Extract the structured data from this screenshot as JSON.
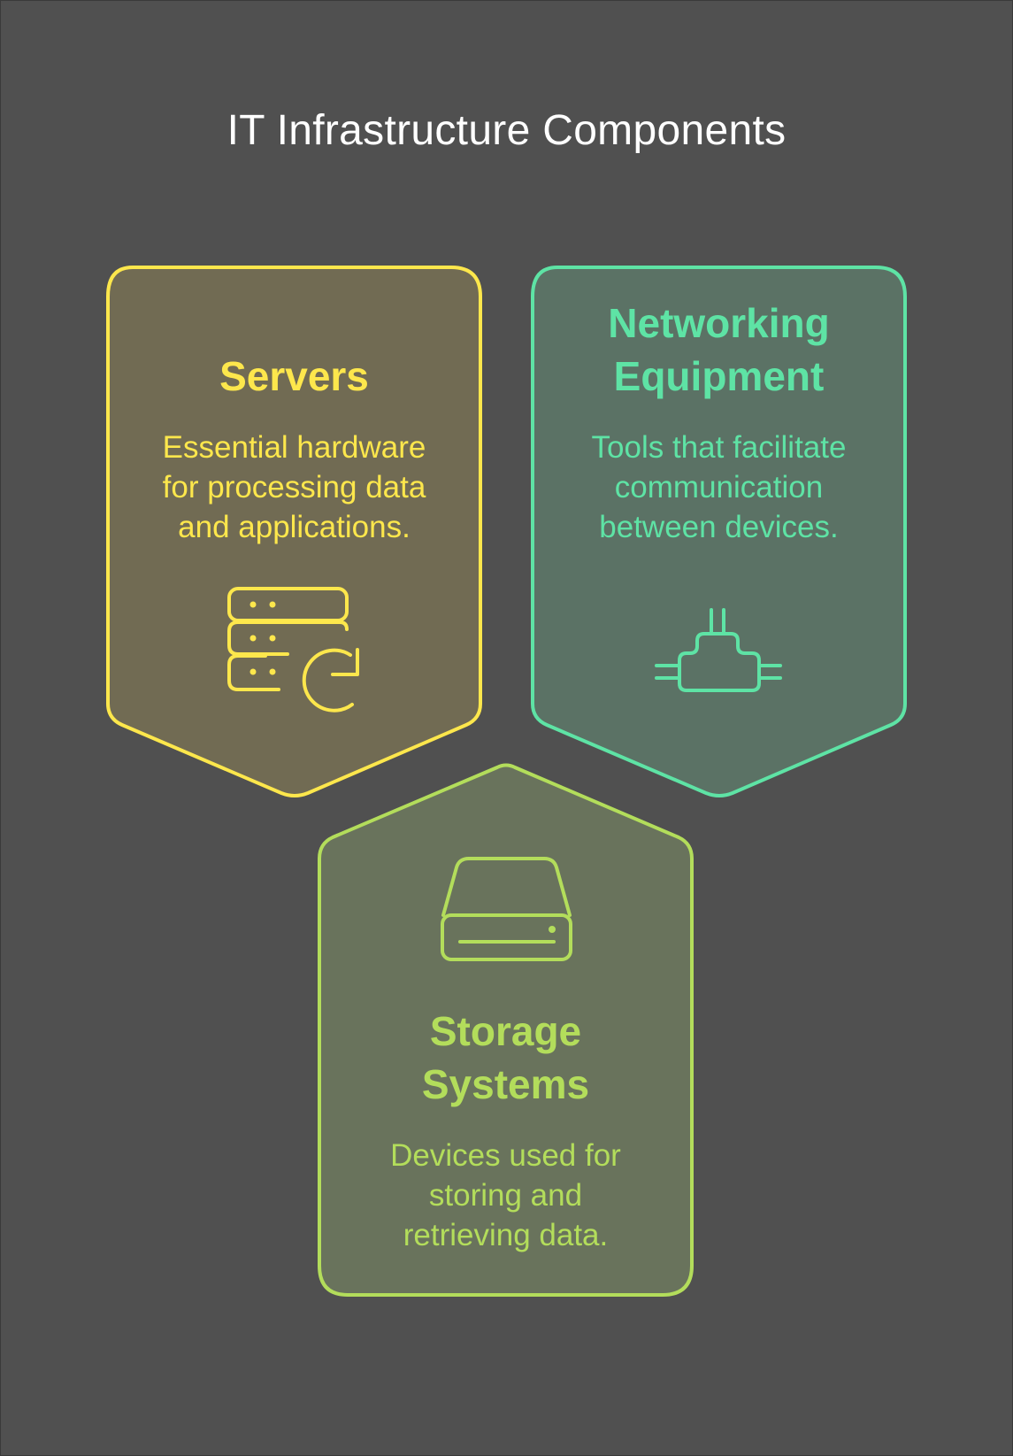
{
  "title": "IT Infrastructure Components",
  "colors": {
    "background": "#505050",
    "servers": "#fde74c",
    "networking": "#5ee3a5",
    "storage": "#b3dd5b"
  },
  "cards": {
    "servers": {
      "heading": "Servers",
      "description_lines": [
        "Essential hardware",
        "for processing data",
        "and applications."
      ],
      "icon": "server-refresh-icon"
    },
    "networking": {
      "heading_lines": [
        "Networking",
        "Equipment"
      ],
      "description_lines": [
        "Tools that facilitate",
        "communication",
        "between devices."
      ],
      "icon": "network-splitter-icon"
    },
    "storage": {
      "heading_lines": [
        "Storage",
        "Systems"
      ],
      "description_lines": [
        "Devices used for",
        "storing and",
        "retrieving data."
      ],
      "icon": "hard-drive-icon"
    }
  }
}
